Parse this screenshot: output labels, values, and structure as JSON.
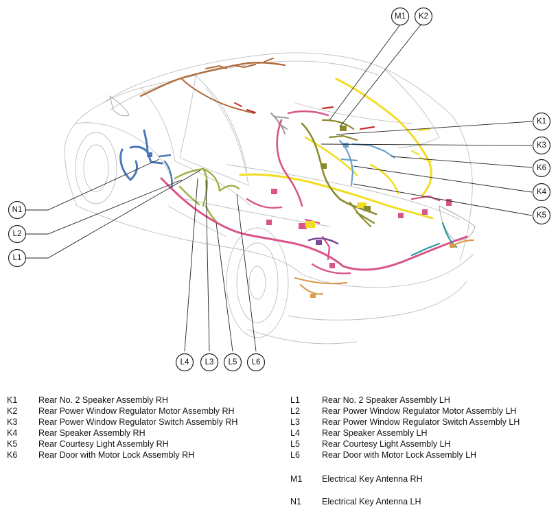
{
  "callouts": {
    "M1": "M1",
    "K2": "K2",
    "K1": "K1",
    "K3": "K3",
    "K6": "K6",
    "K4": "K4",
    "K5": "K5",
    "N1": "N1",
    "L2": "L2",
    "L1": "L1",
    "L4": "L4",
    "L3": "L3",
    "L5": "L5",
    "L6": "L6"
  },
  "legend": {
    "right_side": [
      {
        "code": "K1",
        "label": "Rear No. 2 Speaker Assembly RH"
      },
      {
        "code": "K2",
        "label": "Rear Power Window Regulator Motor Assembly RH"
      },
      {
        "code": "K3",
        "label": "Rear Power Window Regulator Switch Assembly RH"
      },
      {
        "code": "K4",
        "label": "Rear Speaker Assembly RH"
      },
      {
        "code": "K5",
        "label": "Rear Courtesy Light Assembly RH"
      },
      {
        "code": "K6",
        "label": "Rear Door with Motor Lock Assembly RH"
      }
    ],
    "left_side": [
      {
        "code": "L1",
        "label": "Rear No. 2 Speaker Assembly LH"
      },
      {
        "code": "L2",
        "label": "Rear Power Window Regulator Motor Assembly LH"
      },
      {
        "code": "L3",
        "label": "Rear Power Window Regulator Switch Assembly LH"
      },
      {
        "code": "L4",
        "label": "Rear Speaker Assembly LH"
      },
      {
        "code": "L5",
        "label": "Rear Courtesy Light Assembly LH"
      },
      {
        "code": "L6",
        "label": "Rear Door with Motor Lock Assembly LH"
      }
    ],
    "antennas": [
      {
        "code": "M1",
        "label": "Electrical Key Antenna RH"
      },
      {
        "code": "N1",
        "label": "Electrical Key Antenna LH"
      }
    ]
  },
  "colors": {
    "harness_pink": "#d9548a",
    "harness_yellow": "#f2dc22",
    "harness_olive": "#8a8a2a",
    "harness_green": "#9bb043",
    "harness_blue": "#4a78b8",
    "harness_lightblue": "#6aa0cc",
    "harness_brown": "#b06a3a",
    "harness_orange": "#d99a4a",
    "harness_purple": "#7a4a9a",
    "harness_teal": "#2a9a9a",
    "harness_red": "#c0302a",
    "car_outline": "#bdbdbd"
  }
}
